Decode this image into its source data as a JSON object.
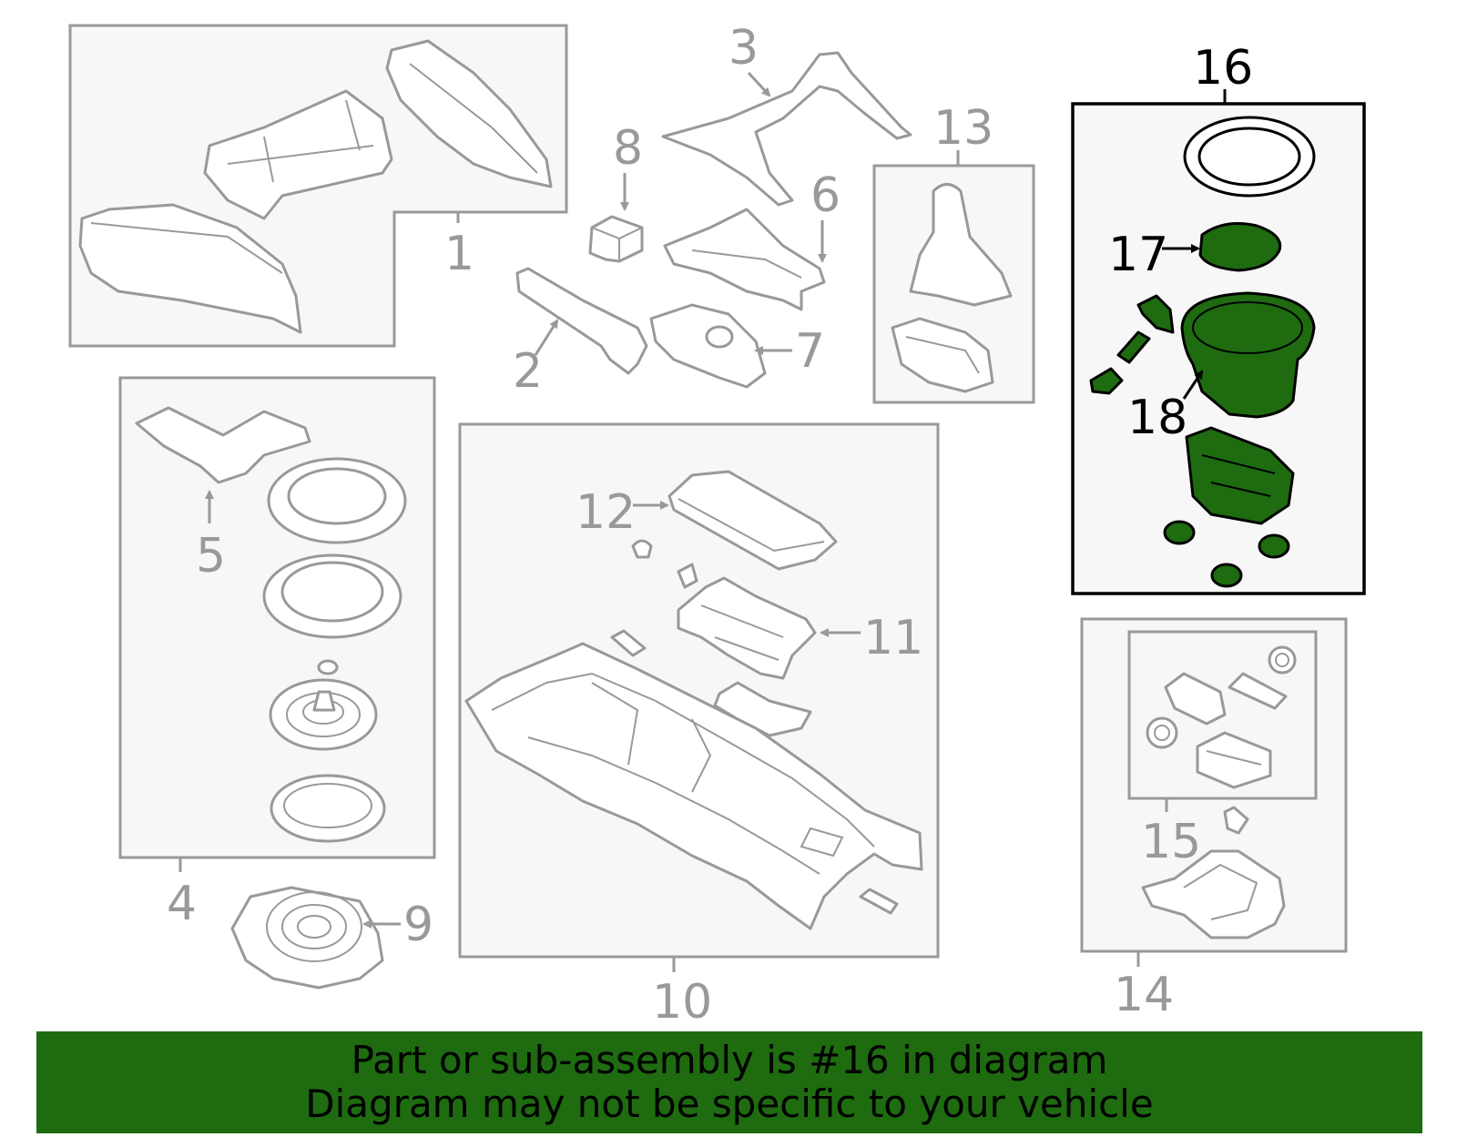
{
  "colors": {
    "highlight": "#1e6b10",
    "box_fill": "#f7f7f7",
    "line_gray": "#999999",
    "highlight_outline": "#000000"
  },
  "callouts": {
    "n1": "1",
    "n2": "2",
    "n3": "3",
    "n4": "4",
    "n5": "5",
    "n6": "6",
    "n7": "7",
    "n8": "8",
    "n9": "9",
    "n10": "10",
    "n11": "11",
    "n12": "12",
    "n13": "13",
    "n14": "14",
    "n15": "15",
    "n16": "16",
    "n17": "17",
    "n18": "18"
  },
  "banner": {
    "line1": "Part or sub-assembly is #16 in diagram",
    "line2": "Diagram may not be specific to your vehicle"
  }
}
